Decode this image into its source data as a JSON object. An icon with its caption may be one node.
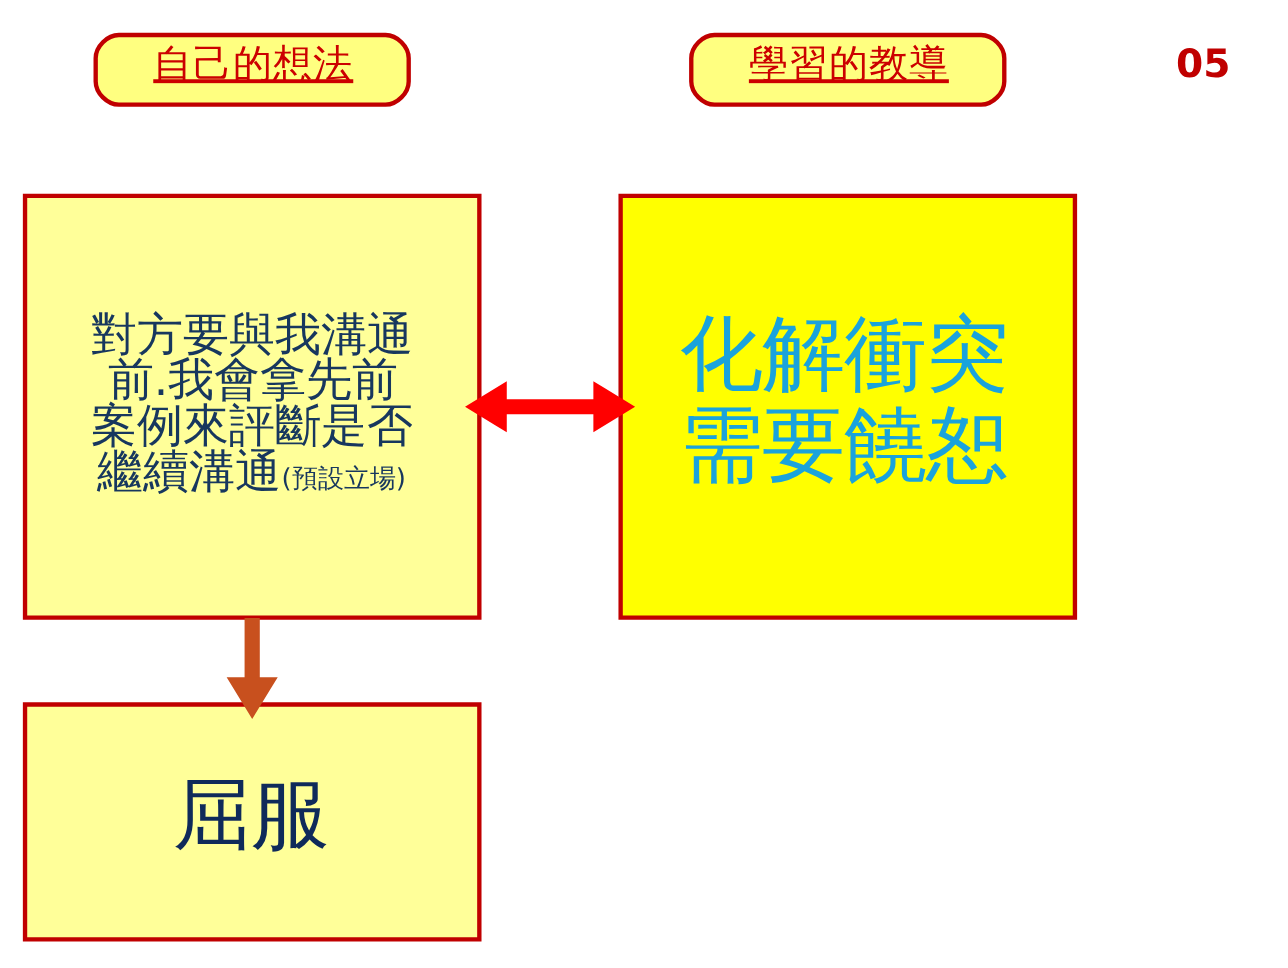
{
  "diagram": {
    "nodes": [
      {
        "text": [
          "自己的想法"
        ]
      },
      {
        "text": [
          "對方要與我溝通前.我會拿先前案例來評斷是否繼續溝通(預設立場)"
        ]
      },
      {
        "text": [
          "屈服"
        ]
      },
      {
        "text": [
          "學習的教導"
        ]
      },
      {
        "text": [
          "化解衝突需要饒恕"
        ]
      }
    ],
    "edges": [
      {
        "from": 1,
        "to": 2,
        "arrow": "to",
        "color": "#c8501e"
      },
      {
        "from": 1,
        "to": 4,
        "arrow": "both",
        "color": "#ff0000"
      }
    ],
    "labels": [
      "05"
    ]
  }
}
